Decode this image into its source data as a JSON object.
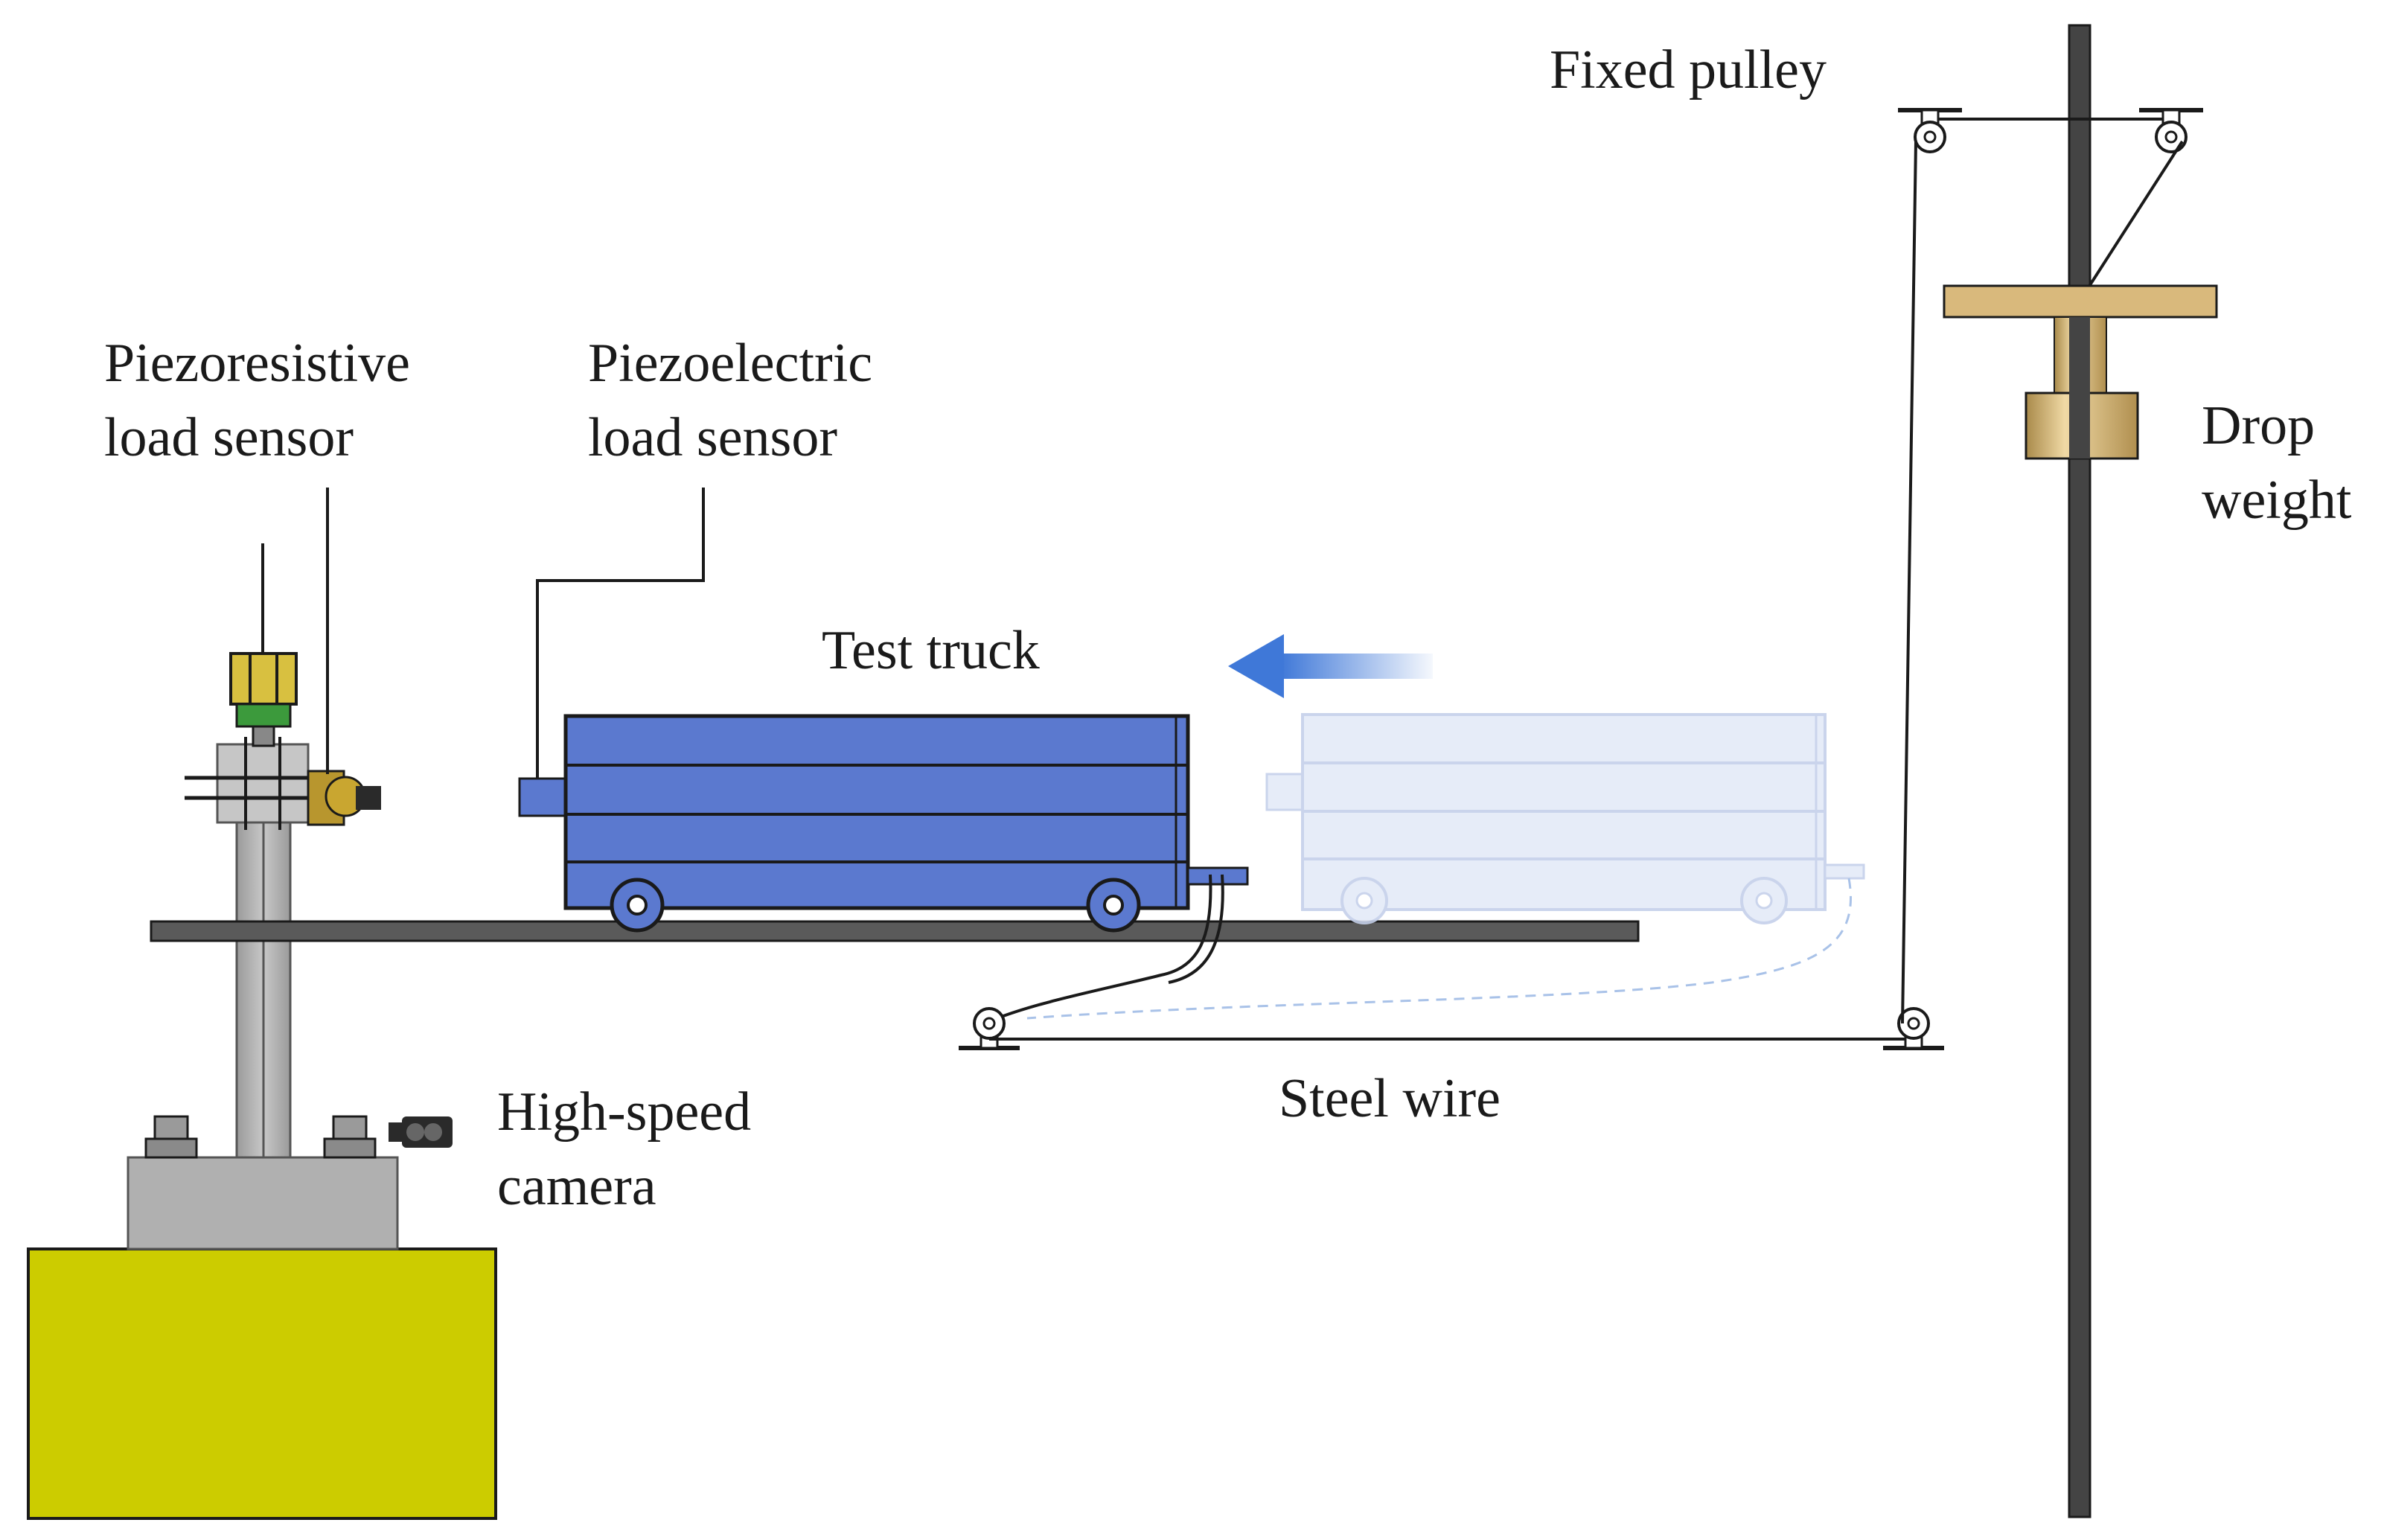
{
  "labels": {
    "piezoresistive_line1": "Piezoresistive",
    "piezoresistive_line2": "load sensor",
    "piezoelectric_line1": "Piezoelectric",
    "piezoelectric_line2": "load sensor",
    "test_truck": "Test truck",
    "fixed_pulley": "Fixed pulley",
    "drop_weight_line1": "Drop",
    "drop_weight_line2": "weight",
    "high_speed_camera_line1": "High-speed",
    "high_speed_camera_line2": "camera",
    "steel_wire": "Steel wire"
  },
  "colors": {
    "truck": "#5b79cf",
    "truck_ghost": "#e4eaf8",
    "base_block": "#cccc00",
    "pedestal": "#a8a8a8",
    "drop_weight": "#c9a86a",
    "crossbar": "#d9b97c",
    "arrow": "#4a7fd6",
    "beam": "#555555",
    "pole": "#444444"
  },
  "icons": {
    "camera": "camera-icon",
    "motion_arrow": "arrow-left-icon"
  }
}
